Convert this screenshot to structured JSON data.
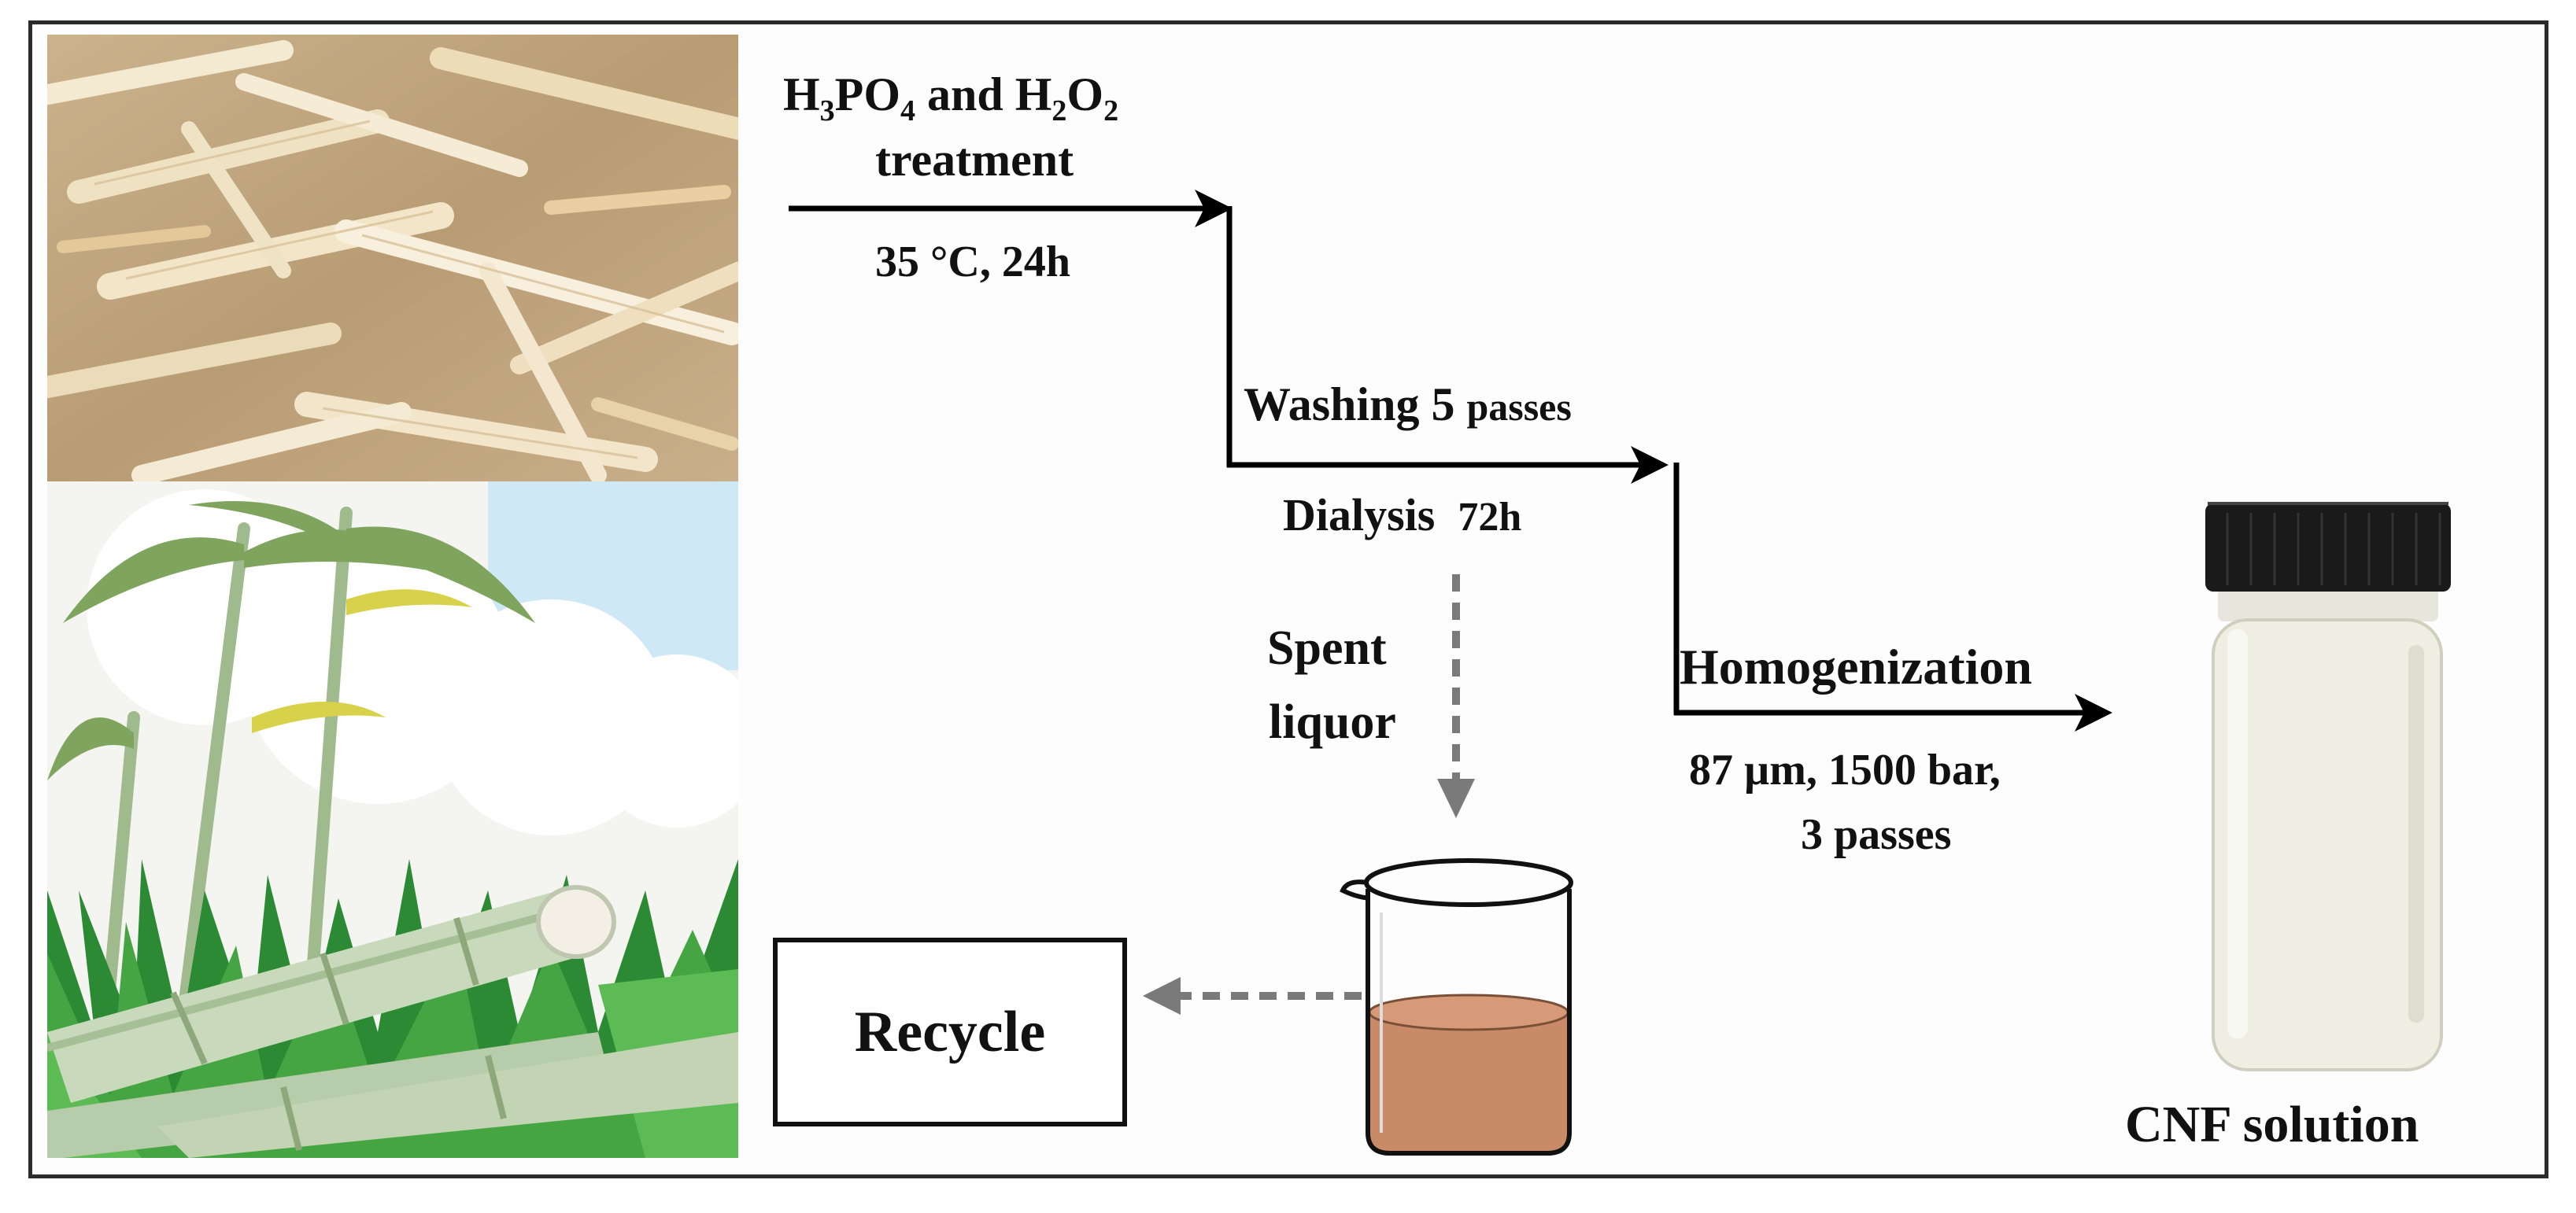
{
  "figure": {
    "step1": {
      "reagent_parts": [
        "H",
        "3",
        "PO",
        "4",
        " and H",
        "2",
        "O",
        "2"
      ],
      "line2": "treatment",
      "conditions": "35 °C, 24h"
    },
    "step2": {
      "washing": "Washing",
      "washing_count": "5",
      "washing_unit": "passes",
      "dialysis": "Dialysis",
      "dialysis_time": "72h"
    },
    "spent": {
      "line1": "Spent",
      "line2": "liquor"
    },
    "recycle": "Recycle",
    "step3": {
      "label": "Homogenization",
      "conditions_line1": "87 µm, 1500 bar,",
      "conditions_line2": "3 passes"
    },
    "product": "CNF solution"
  },
  "colors": {
    "arrow": "#000000",
    "dashed_arrow": "#7a7a7a",
    "liquor": "#c98a68",
    "vial_cap": "#1a1a1a",
    "cnf": "#eeeee2",
    "sky": "#cfe8f6",
    "cane_green": "#a9c39a"
  }
}
